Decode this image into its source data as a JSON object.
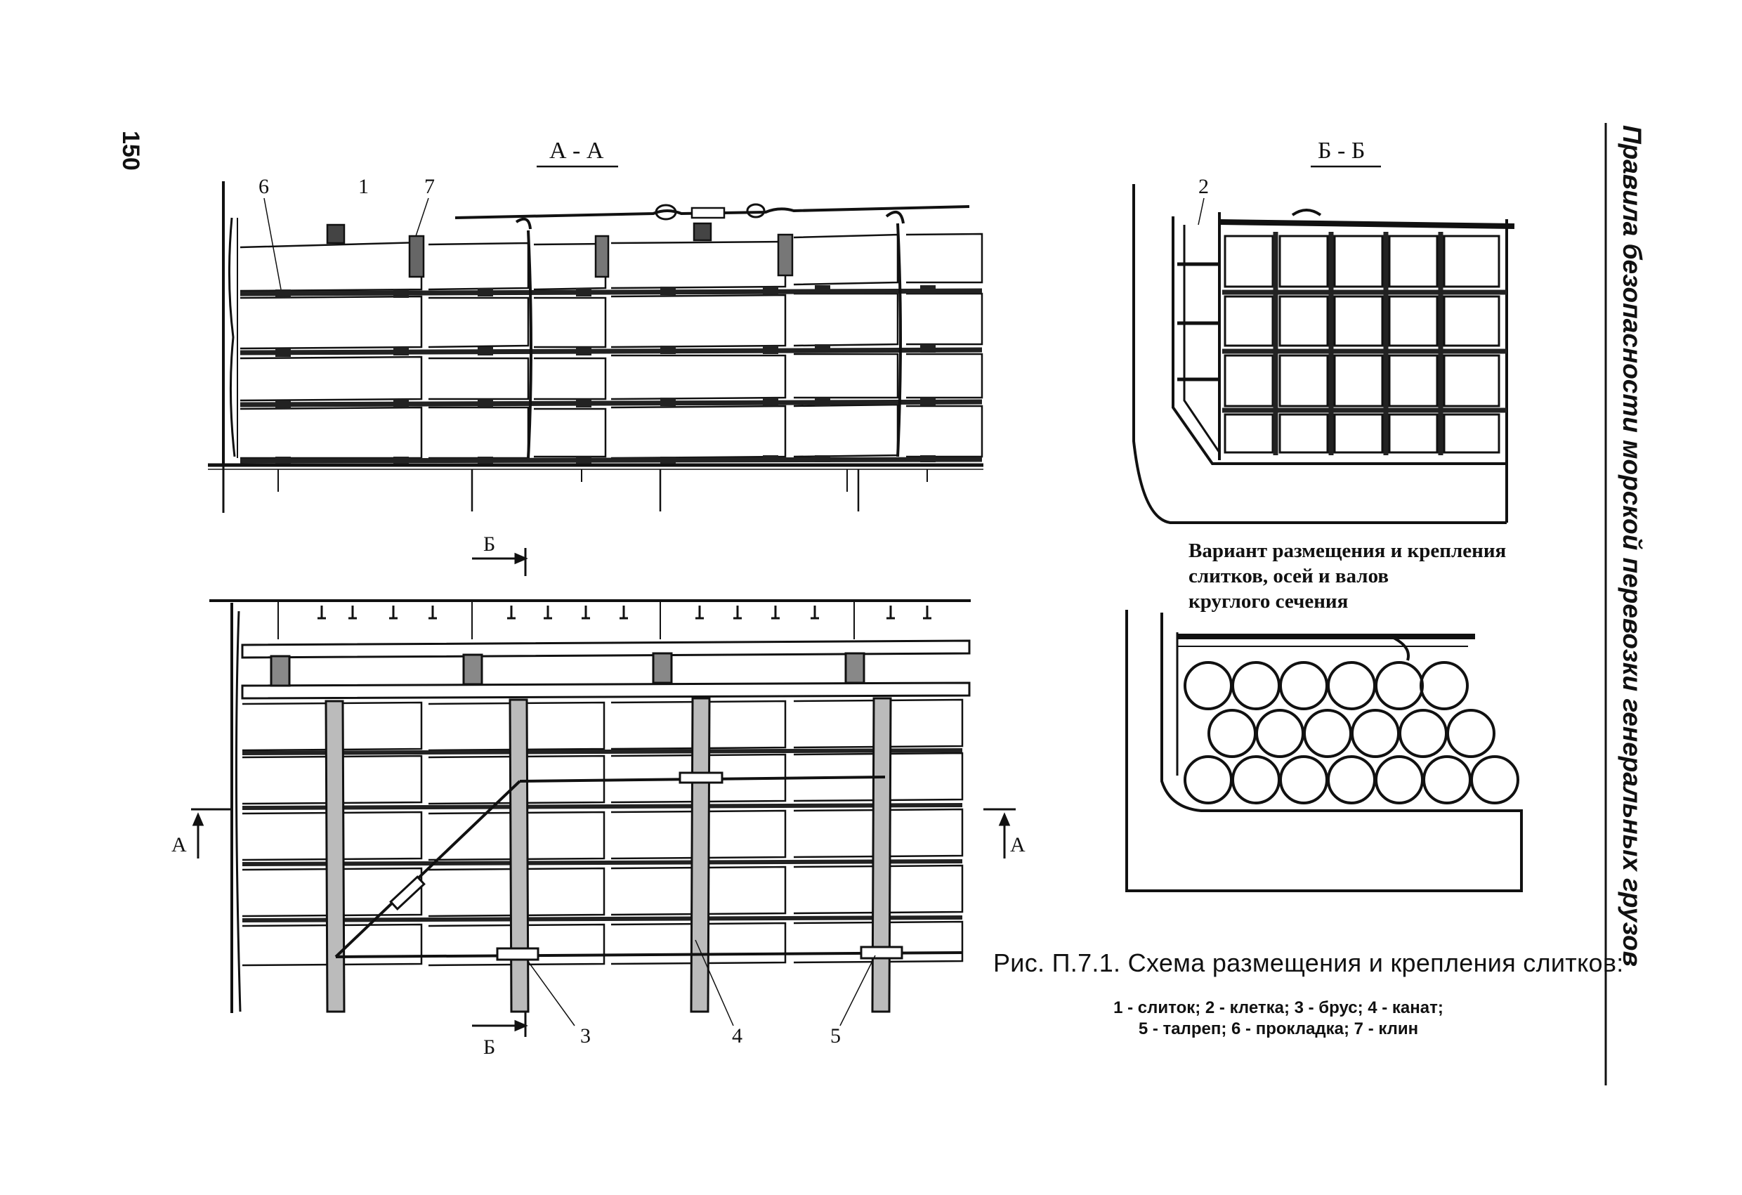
{
  "page_number": "150",
  "running_header": "Правила безопасности морской перевозки генеральных грузов",
  "views": {
    "section_aa": "А - А",
    "section_bb": "Б - Б",
    "cut_b": "Б",
    "cut_a": "А"
  },
  "callouts": {
    "n1": "1",
    "n2": "2",
    "n3": "3",
    "n4": "4",
    "n5": "5",
    "n6": "6",
    "n7": "7"
  },
  "variant_text": [
    "Вариант размещения и крепления",
    "слитков, осей и валов",
    "круглого сечения"
  ],
  "figure_caption": "Рис. П.7.1. Схема размещения и крепления слитков:",
  "legend_lines": [
    "1 - слиток; 2 - клетка; 3  - брус; 4 - канат;",
    "5 - талреп; 6 - прокладка; 7 - клин"
  ]
}
